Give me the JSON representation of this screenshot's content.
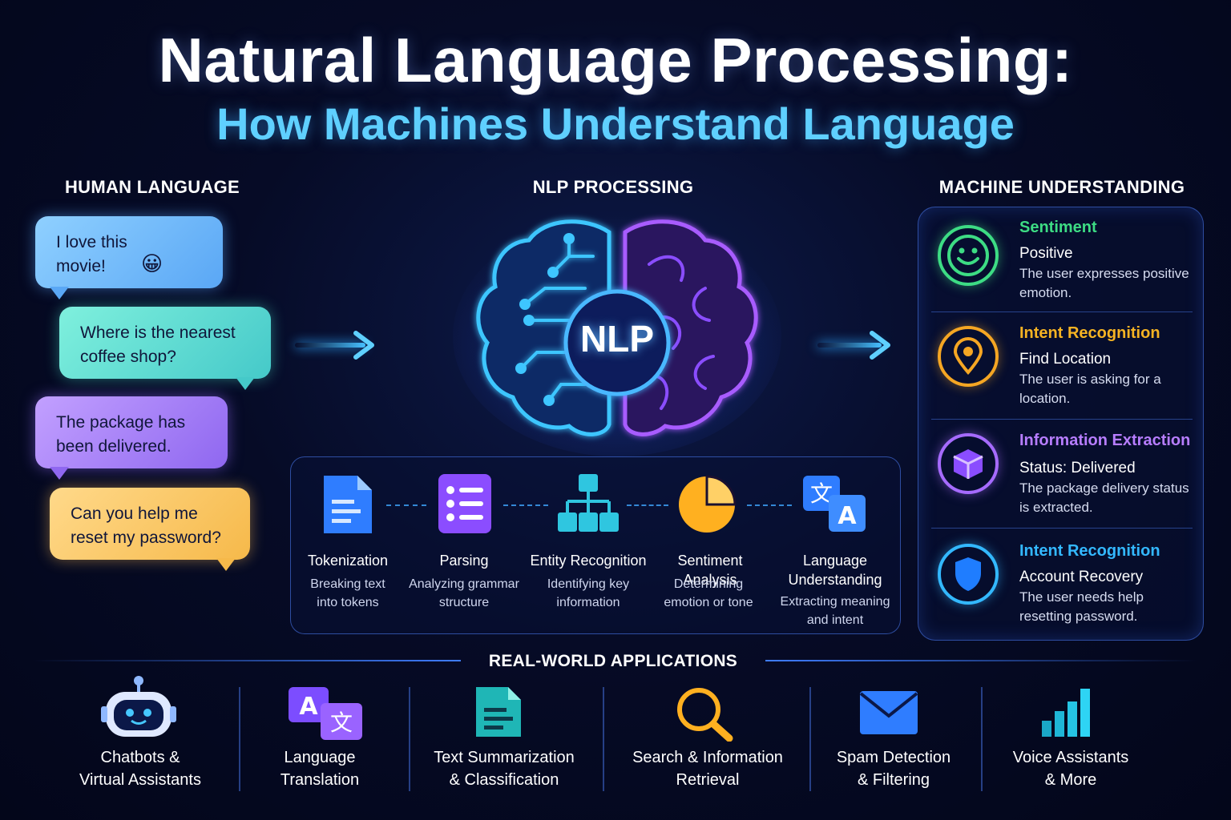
{
  "title": "Natural Language Processing:",
  "subtitle": "How Machines Understand Language",
  "columns": {
    "human": "HUMAN LANGUAGE",
    "nlp": "NLP PROCESSING",
    "machine": "MACHINE UNDERSTANDING"
  },
  "bubbles": [
    {
      "text": "I love this movie!",
      "emoji": "😀",
      "color": "#6fb9ff"
    },
    {
      "text": "Where is the nearest coffee shop?",
      "color": "#5ee0d0"
    },
    {
      "text": "The package has been delivered.",
      "color": "#a07bff"
    },
    {
      "text": "Can you help me reset my password?",
      "color": "#ffc966"
    }
  ],
  "nlp_core_label": "NLP",
  "steps": [
    {
      "name": "Tokenization",
      "desc": "Breaking text into tokens",
      "icon": "document-icon"
    },
    {
      "name": "Parsing",
      "desc": "Analyzing grammar structure",
      "icon": "list-icon"
    },
    {
      "name": "Entity Recognition",
      "desc": "Identifying key information",
      "icon": "hierarchy-icon"
    },
    {
      "name": "Sentiment Analysis",
      "desc": "Determining emotion or tone",
      "icon": "pie-chart-icon"
    },
    {
      "name": "Language Understanding",
      "desc": "Extracting meaning and intent",
      "icon": "translate-icon"
    }
  ],
  "understanding": [
    {
      "category": "Sentiment",
      "value": "Positive",
      "desc": "The user expresses positive emotion.",
      "color": "#3ddc84",
      "icon": "smiley-icon"
    },
    {
      "category": "Intent Recognition",
      "value": "Find Location",
      "desc": "The user is asking for a location.",
      "color": "#f5a623",
      "icon": "location-pin-icon"
    },
    {
      "category": "Information Extraction",
      "value": "Status: Delivered",
      "desc": "The package delivery status is extracted.",
      "color": "#a66bff",
      "icon": "package-icon"
    },
    {
      "category": "Intent Recognition",
      "value": "Account Recovery",
      "desc": "The user needs help resetting password.",
      "color": "#33b8ff",
      "icon": "shield-icon"
    }
  ],
  "applications_heading": "REAL-WORLD APPLICATIONS",
  "applications": [
    {
      "line1": "Chatbots &",
      "line2": "Virtual Assistants",
      "icon": "robot-icon"
    },
    {
      "line1": "Language",
      "line2": "Translation",
      "icon": "translate-icon"
    },
    {
      "line1": "Text Summarization",
      "line2": "& Classification",
      "icon": "document-icon"
    },
    {
      "line1": "Search & Information",
      "line2": "Retrieval",
      "icon": "magnifier-icon"
    },
    {
      "line1": "Spam Detection",
      "line2": "& Filtering",
      "icon": "envelope-icon"
    },
    {
      "line1": "Voice Assistants",
      "line2": "& More",
      "icon": "bar-chart-icon"
    }
  ]
}
